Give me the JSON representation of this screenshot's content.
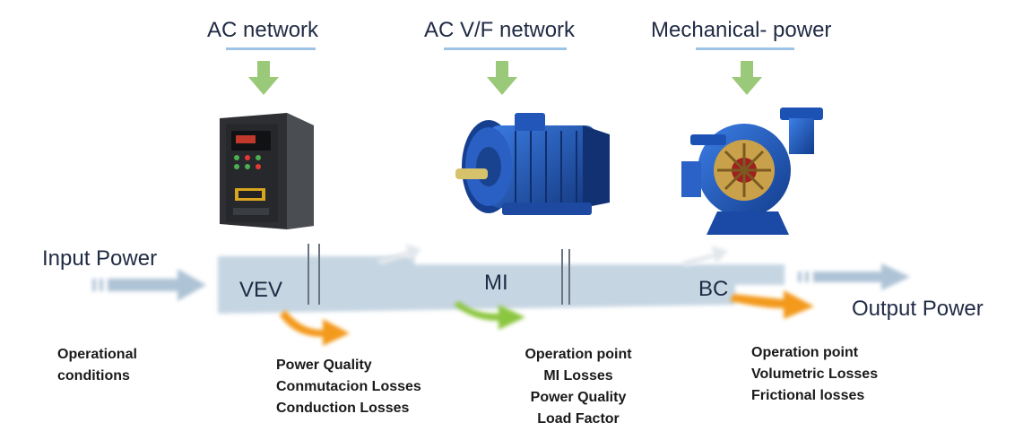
{
  "top_labels": {
    "ac_network": "AC network",
    "acvf_network": "AC V/F network",
    "mechanical_power": "Mechanical- power"
  },
  "flow_labels": {
    "input_power": "Input Power",
    "output_power": "Output Power",
    "vev": "VEV",
    "mi": "MI",
    "bc": "BC"
  },
  "notes": {
    "input": [
      "Operational",
      "conditions"
    ],
    "vev": [
      "Power Quality",
      "Conmutacion Losses",
      "Conduction Losses"
    ],
    "mi": [
      "Operation point",
      "MI Losses",
      "Power Quality",
      "Load Factor"
    ],
    "bc": [
      "Operation point",
      "Volumetric Losses",
      "Frictional losses"
    ]
  },
  "colors": {
    "band": "#c6d5e2",
    "down_arrow": "#9bc97a",
    "underline": "#9dc3e6",
    "loss_orange": "#f39a1e",
    "loss_green": "#8cc63f",
    "motor_blue": "#1f4ea8",
    "pump_blue": "#1a56b8",
    "vfd_dark": "#2d2f33"
  },
  "icons": [
    "variable-frequency-drive-icon",
    "electric-motor-icon",
    "centrifugal-pump-icon"
  ]
}
